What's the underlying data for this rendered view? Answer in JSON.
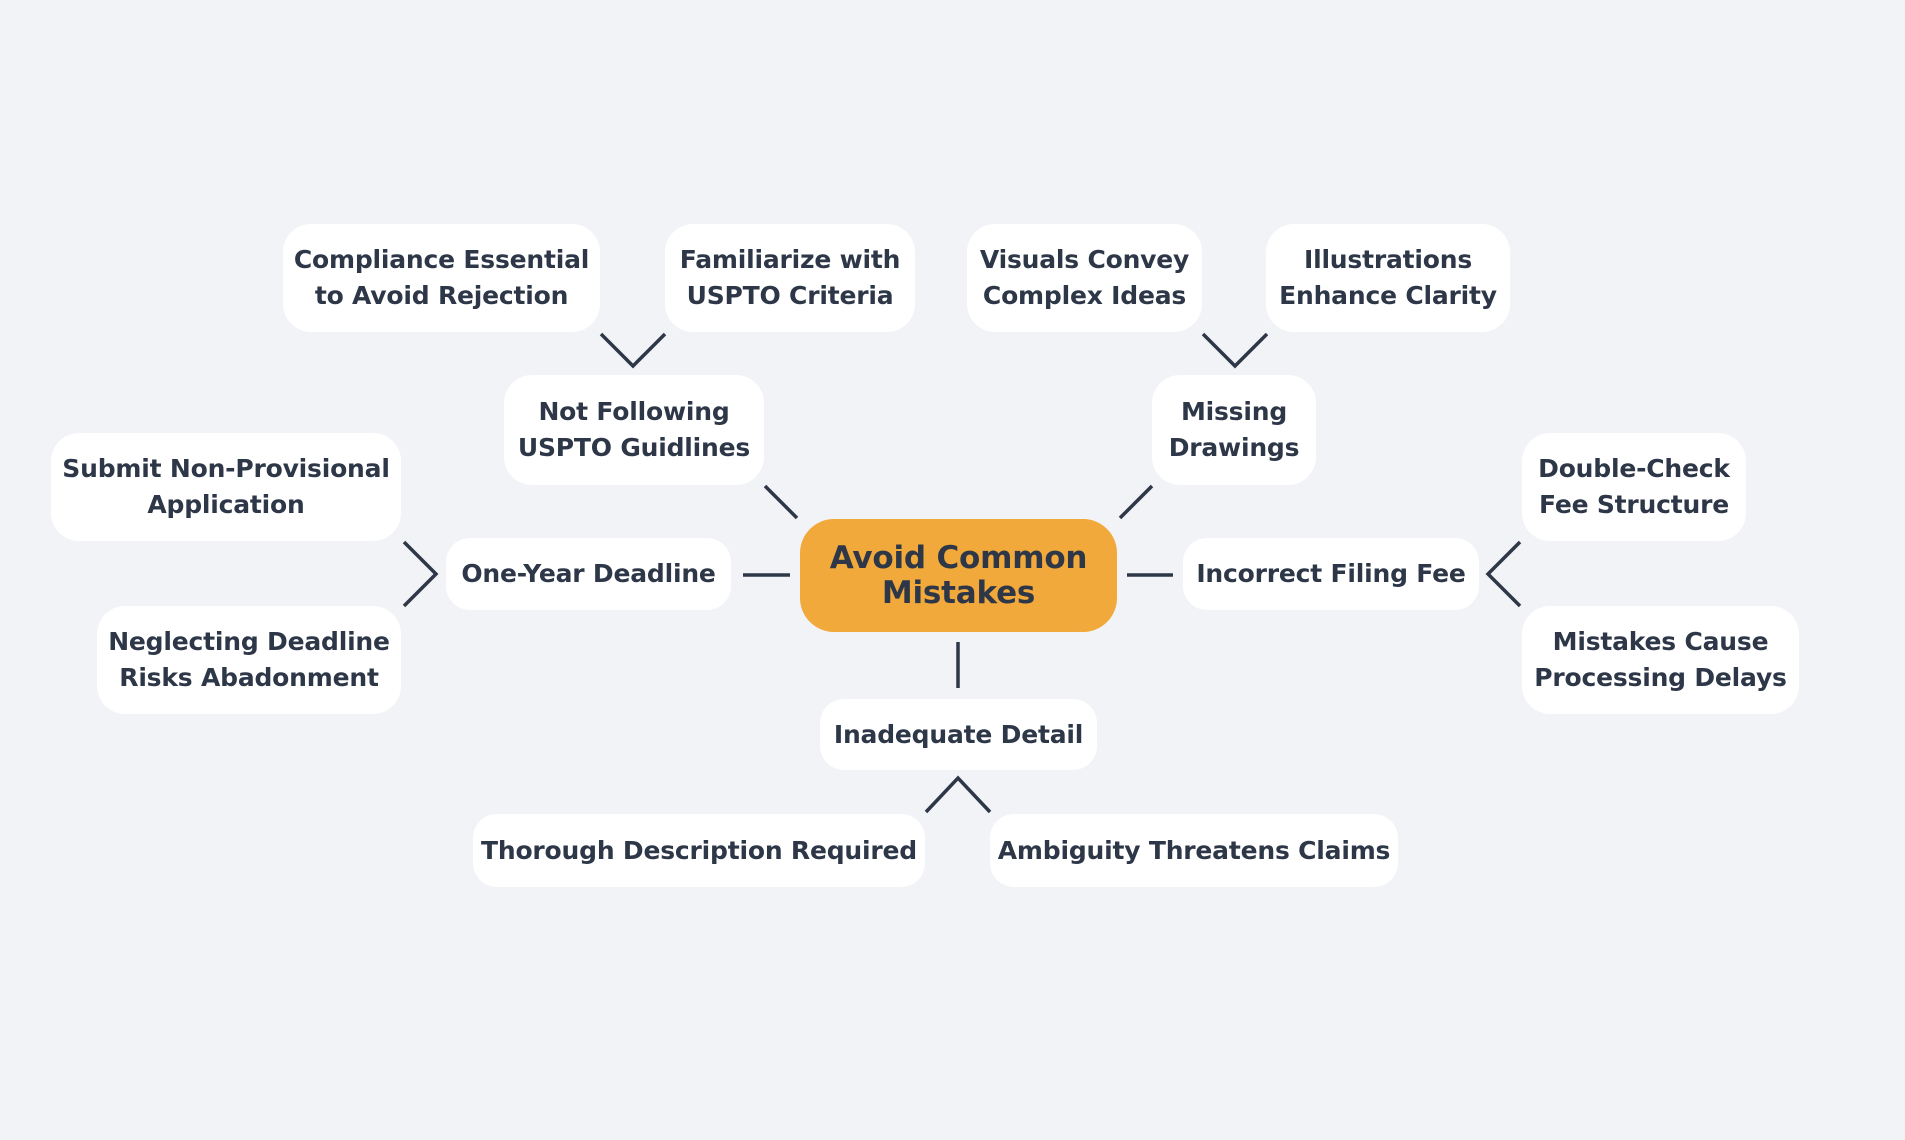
{
  "diagram": {
    "type": "mind-map",
    "colors": {
      "background": "#f2f3f7",
      "center_fill": "#f0a93a",
      "node_fill": "#ffffff",
      "text": "#2d3748",
      "edge": "#2d3748"
    },
    "center": {
      "label": "Avoid Common\nMistakes"
    },
    "branches": [
      {
        "id": "not-following",
        "label": "Not Following\nUSPTO Guidlines",
        "children": [
          {
            "label": "Compliance Essential\nto Avoid Rejection"
          },
          {
            "label": "Familiarize with\nUSPTO Criteria"
          }
        ]
      },
      {
        "id": "missing-drawings",
        "label": "Missing\nDrawings",
        "children": [
          {
            "label": "Visuals Convey\nComplex Ideas"
          },
          {
            "label": "Illustrations\nEnhance Clarity"
          }
        ]
      },
      {
        "id": "one-year-deadline",
        "label": "One-Year Deadline",
        "children": [
          {
            "label": "Submit Non-Provisional\nApplication"
          },
          {
            "label": "Neglecting Deadline\nRisks Abadonment"
          }
        ]
      },
      {
        "id": "incorrect-filing-fee",
        "label": "Incorrect Filing Fee",
        "children": [
          {
            "label": "Double-Check\nFee Structure"
          },
          {
            "label": "Mistakes Cause\nProcessing Delays"
          }
        ]
      },
      {
        "id": "inadequate-detail",
        "label": "Inadequate Detail",
        "children": [
          {
            "label": "Thorough Description Required"
          },
          {
            "label": "Ambiguity Threatens Claims"
          }
        ]
      }
    ]
  }
}
